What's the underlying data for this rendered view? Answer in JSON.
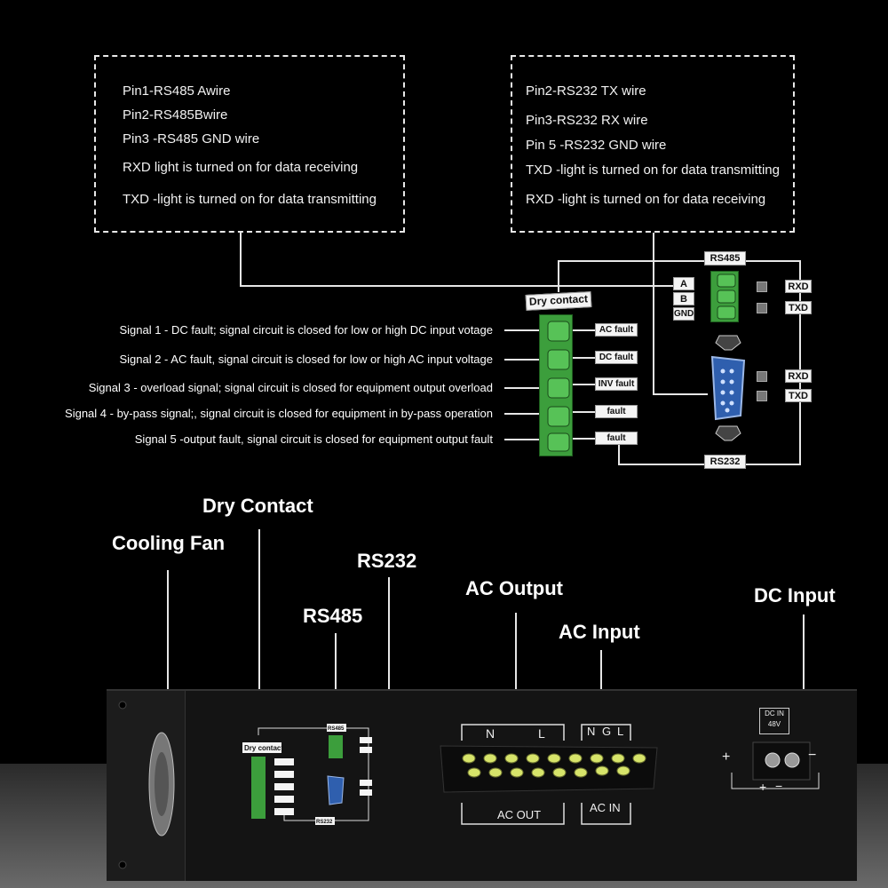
{
  "left_box": {
    "lines": [
      "Pin1-RS485 Awire",
      "Pin2-RS485Bwire",
      "Pin3 -RS485 GND wire",
      "RXD light is turned on for data receiving",
      "TXD -light is turned on for data transmitting"
    ]
  },
  "right_box": {
    "lines": [
      "Pin2-RS232 TX wire",
      "Pin3-RS232 RX wire",
      "Pin 5 -RS232 GND wire",
      "TXD -light is turned on for data transmitting",
      "RXD -light is turned on for data receiving"
    ]
  },
  "signals": [
    "Signal 1 - DC fault; signal circuit is closed for low or high DC input votage",
    "Signal 2 - AC fault, signal circuit is closed for low or high AC input voltage",
    "Signal 3 - overload signal; signal circuit is closed for equipment output overload",
    "Signal 4 - by-pass signal;, signal circuit is closed for equipment in by-pass operation",
    "Signal 5 -output fault, signal circuit is closed for equipment output fault"
  ],
  "panel": {
    "rs485_label": "RS485",
    "rs232_label": "RS232",
    "dry_contact_label": "Dry contact",
    "rs485_pins": [
      "A",
      "B",
      "GND"
    ],
    "rxd": "RXD",
    "txd": "TXD",
    "fault_tags": [
      "AC fault",
      "DC fault",
      "INV fault",
      "fault",
      "fault"
    ]
  },
  "callouts": {
    "cooling_fan": "Cooling Fan",
    "dry_contact": "Dry Contact",
    "rs232": "RS232",
    "rs485": "RS485",
    "ac_output": "AC Output",
    "ac_input": "AC Input",
    "dc_input": "DC Input"
  },
  "device": {
    "n_label": "N",
    "l_label": "L",
    "ngl_labels": [
      "N",
      "G",
      "L"
    ],
    "ac_out": "AC OUT",
    "ac_in": "AC IN",
    "dc_in_label": "DC IN",
    "dc_in_voltage": "48V",
    "plus": "+",
    "minus": "−"
  },
  "colors": {
    "terminal_green": "#3c9e3c",
    "terminal_yellow": "#d7e46a",
    "chassis": "#141414",
    "rs232_port": "#2f5fae"
  }
}
